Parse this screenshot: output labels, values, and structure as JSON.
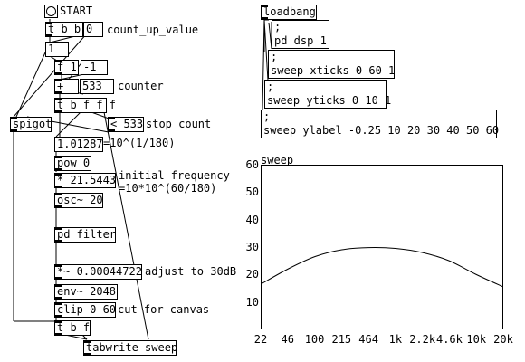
{
  "objects": {
    "start_label": "START",
    "t_b_b": "t b b",
    "count_up_value": "count_up_value",
    "one": "1",
    "zero": "0",
    "f_1": "f 1",
    "minus_one": "-1",
    "plus": "+",
    "counter_value": "533",
    "counter_label": "counter",
    "t_b_f_f_f": "t b f f f",
    "spigot": "spigot",
    "lt_533": "< 533",
    "stop_count": "stop count",
    "ratio_value": "1.01287",
    "ratio_comment": "=10^(1/180)",
    "pow_0": "pow 0",
    "mult_freq": "* 21.5443",
    "initial_frequency": "initial frequency",
    "freq_formula": "=10*10^(60/180)",
    "osc": "osc~ 20",
    "pd_filter": "pd filter",
    "mult_gain": "*~ 0.00044722",
    "adjust_comment": "adjust to 30dB",
    "env": "env~ 2048",
    "clip": "clip 0 60",
    "cut_comment": "cut for canvas",
    "t_b_f": "t b f",
    "tabwrite": "tabwrite sweep",
    "loadbang": "loadbang",
    "msg_dsp": ";\npd dsp 1",
    "msg_xticks": ";\nsweep xticks 0 60 1",
    "msg_yticks": ";\nsweep yticks 0 10 1",
    "msg_ylabel": ";\nsweep ylabel -0.25 10 20 30 40 50 60"
  },
  "graph": {
    "name": "sweep",
    "y_labels": [
      "60",
      "50",
      "40",
      "30",
      "20",
      "10"
    ],
    "x_labels": [
      "22",
      "46",
      "100",
      "215",
      "464",
      "1k",
      "2.2k",
      "4.6k",
      "10k",
      "20k"
    ]
  },
  "chart_data": {
    "type": "line",
    "title": "sweep",
    "ylim": [
      0,
      60
    ],
    "x_tick_labels": [
      "22",
      "46",
      "100",
      "215",
      "464",
      "1k",
      "2.2k",
      "4.6k",
      "10k",
      "20k"
    ],
    "y_tick_labels": [
      "10",
      "20",
      "30",
      "40",
      "50",
      "60"
    ],
    "series": [
      {
        "x": [
          22,
          46,
          100,
          215,
          464,
          1000,
          2200,
          4600,
          10000,
          20000
        ],
        "values": [
          16.5,
          22,
          26.5,
          29,
          29.8,
          29.5,
          28,
          25,
          20,
          15.5
        ]
      }
    ]
  }
}
